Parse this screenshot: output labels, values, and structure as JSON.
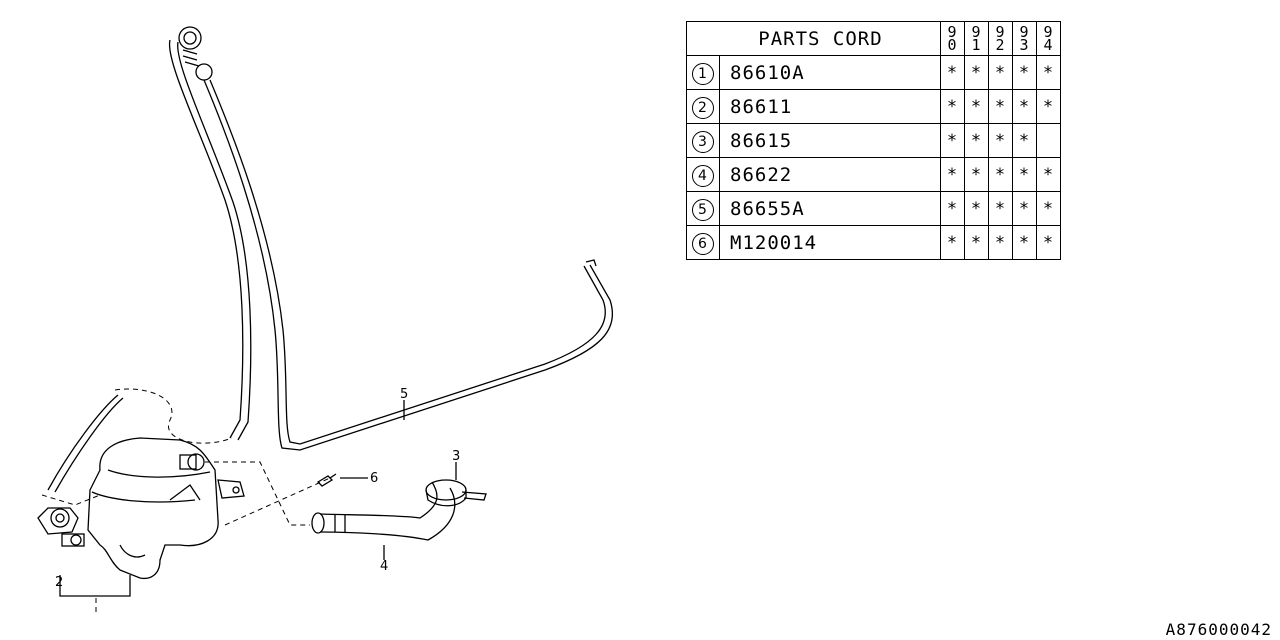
{
  "table": {
    "header": "PARTS CORD",
    "years": [
      [
        "9",
        "0"
      ],
      [
        "9",
        "1"
      ],
      [
        "9",
        "2"
      ],
      [
        "9",
        "3"
      ],
      [
        "9",
        "4"
      ]
    ],
    "rows": [
      {
        "index": "1",
        "code": "86610A",
        "marks": [
          "*",
          "*",
          "*",
          "*",
          "*"
        ]
      },
      {
        "index": "2",
        "code": "86611",
        "marks": [
          "*",
          "*",
          "*",
          "*",
          "*"
        ]
      },
      {
        "index": "3",
        "code": "86615",
        "marks": [
          "*",
          "*",
          "*",
          "*",
          ""
        ]
      },
      {
        "index": "4",
        "code": "86622",
        "marks": [
          "*",
          "*",
          "*",
          "*",
          "*"
        ]
      },
      {
        "index": "5",
        "code": "86655A",
        "marks": [
          "*",
          "*",
          "*",
          "*",
          "*"
        ]
      },
      {
        "index": "6",
        "code": "M120014",
        "marks": [
          "*",
          "*",
          "*",
          "*",
          "*"
        ]
      }
    ]
  },
  "callouts": {
    "c2": "2",
    "c3": "3",
    "c4": "4",
    "c5": "5",
    "c6": "6"
  },
  "diagram_code": "A876000042"
}
